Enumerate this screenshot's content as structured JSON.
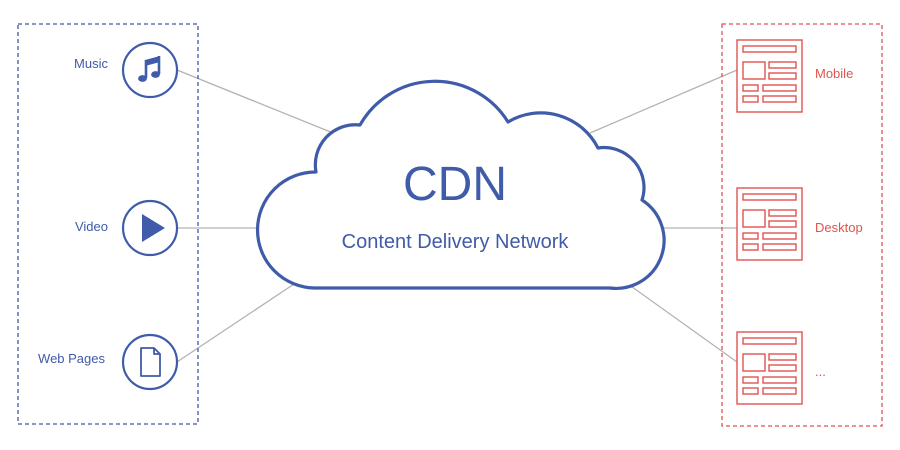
{
  "colors": {
    "sources": "#3f5ba9",
    "clients": "#e2534f",
    "connectors": "#b3b3b3",
    "background": "#ffffff"
  },
  "cloud": {
    "title": "CDN",
    "subtitle": "Content Delivery Network"
  },
  "sources": [
    {
      "label": "Music",
      "icon": "music-note-icon"
    },
    {
      "label": "Video",
      "icon": "play-icon"
    },
    {
      "label": "Web Pages",
      "icon": "document-icon"
    }
  ],
  "clients": [
    {
      "label": "Mobile",
      "icon": "webpage-layout-icon"
    },
    {
      "label": "Desktop",
      "icon": "webpage-layout-icon"
    },
    {
      "label": "...",
      "icon": "webpage-layout-icon"
    }
  ]
}
